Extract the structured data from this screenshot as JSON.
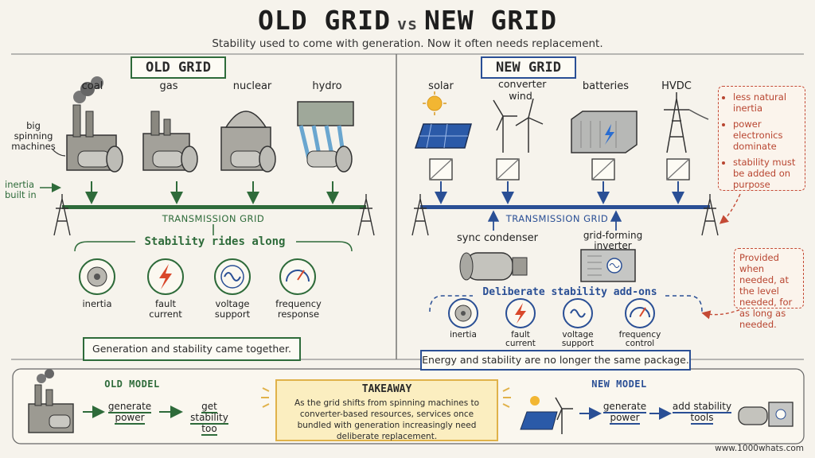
{
  "header": {
    "title_left": "OLD GRID",
    "title_vs": "vs",
    "title_right": "NEW GRID",
    "subtitle": "Stability used to come with generation. Now it often needs replacement."
  },
  "old_grid": {
    "label": "OLD GRID",
    "sources": [
      "coal",
      "gas",
      "nuclear",
      "hydro"
    ],
    "side_note": "big spinning machines",
    "inertia_note": "inertia built in",
    "transmission_label": "TRANSMISSION GRID",
    "stability_heading": "Stability rides along",
    "services": [
      {
        "label": "inertia",
        "icon": "spinning-disc-icon"
      },
      {
        "label": "fault current",
        "icon": "lightning-bolt-icon"
      },
      {
        "label": "voltage support",
        "icon": "sine-wave-icon"
      },
      {
        "label": "frequency response",
        "icon": "gauge-icon"
      }
    ],
    "callout": "Generation and stability came together."
  },
  "new_grid": {
    "label": "NEW GRID",
    "sources": [
      "solar",
      "converter wind",
      "batteries",
      "HVDC"
    ],
    "transmission_label": "TRANSMISSION GRID",
    "devices": [
      "sync condenser",
      "grid-forming inverter"
    ],
    "addons_heading": "Deliberate stability add-ons",
    "services": [
      {
        "label": "inertia",
        "icon": "spinning-disc-icon"
      },
      {
        "label": "fault current",
        "icon": "lightning-bolt-icon"
      },
      {
        "label": "voltage support",
        "icon": "sine-wave-icon"
      },
      {
        "label": "frequency control",
        "icon": "gauge-icon"
      }
    ],
    "notes": [
      "less natural inertia",
      "power electronics dominate",
      "stability must be added on purpose"
    ],
    "provided_note": "Provided when needed, at the level needed, for as long as needed.",
    "callout": "Energy and stability are no longer the same package."
  },
  "bottom": {
    "old_model": {
      "heading": "OLD MODEL",
      "steps": [
        "generate power",
        "get stability too"
      ]
    },
    "takeaway": {
      "heading": "TAKEAWAY",
      "body": "As the grid shifts from spinning machines to converter-based resources, services once bundled with generation increasingly need deliberate replacement."
    },
    "new_model": {
      "heading": "NEW MODEL",
      "steps": [
        "generate power",
        "add stability tools"
      ]
    }
  },
  "footer": {
    "url": "www.1000whats.com"
  },
  "colors": {
    "old_accent": "#2e6b3a",
    "new_accent": "#2a4f95",
    "note_red": "#c44a35",
    "takeaway_bg": "#fbeec0",
    "paper": "#f6f3ec"
  }
}
